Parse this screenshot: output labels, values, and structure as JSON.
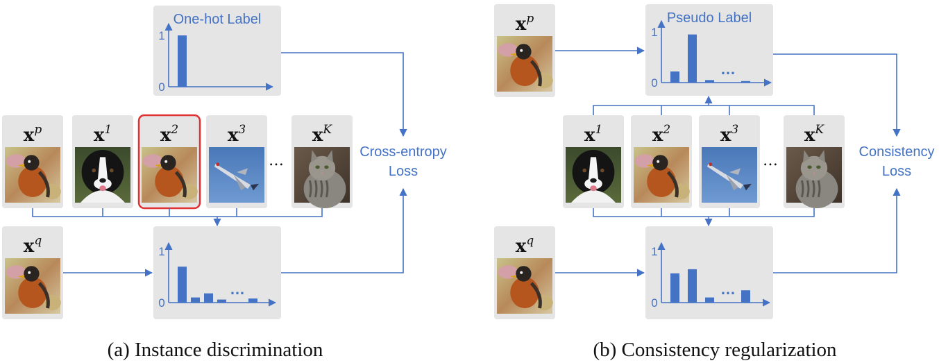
{
  "panel_a": {
    "caption": "(a) Instance discrimination",
    "label_box_title": "One-hot Label",
    "loss_label_line1": "Cross-entropy",
    "loss_label_line2": "Loss",
    "ellipsis": "…",
    "chart_ellipsis": "…",
    "onehot_chart": {
      "ymax_label": "1",
      "ymin_label": "0",
      "values": [
        1.0
      ]
    },
    "pred_chart": {
      "ymax_label": "1",
      "ymin_label": "0",
      "values": [
        0.7,
        0.1,
        0.18,
        0.06,
        0.08
      ],
      "ellipsis_after": 3
    },
    "samples": [
      {
        "symbol": "x",
        "sup": "p",
        "image": "robin-photo",
        "highlighted": false
      },
      {
        "symbol": "x",
        "sup": "1",
        "image": "dog-photo",
        "highlighted": false
      },
      {
        "symbol": "x",
        "sup": "2",
        "image": "robin-photo",
        "highlighted": true
      },
      {
        "symbol": "x",
        "sup": "3",
        "image": "jet-photo",
        "highlighted": false
      },
      {
        "symbol": "x",
        "sup": "K",
        "image": "cat-photo",
        "highlighted": false
      }
    ],
    "query": {
      "symbol": "x",
      "sup": "q",
      "image": "robin-photo"
    }
  },
  "panel_b": {
    "caption": "(b) Consistency regularization",
    "label_box_title": "Pseudo Label",
    "loss_label_line1": "Consistency",
    "loss_label_line2": "Loss",
    "ellipsis": "…",
    "chart_ellipsis": "…",
    "pseudo_chart": {
      "ymax_label": "1",
      "ymin_label": "0",
      "values": [
        0.22,
        0.95,
        0.05,
        0.0,
        0.03
      ],
      "ellipsis_after": 3
    },
    "pred_chart": {
      "ymax_label": "1",
      "ymin_label": "0",
      "values": [
        0.57,
        0.65,
        0.1,
        0.0,
        0.24
      ],
      "ellipsis_after": 3
    },
    "anchor": {
      "symbol": "x",
      "sup": "p",
      "image": "robin-photo"
    },
    "samples": [
      {
        "symbol": "x",
        "sup": "1",
        "image": "dog-photo"
      },
      {
        "symbol": "x",
        "sup": "2",
        "image": "robin-photo"
      },
      {
        "symbol": "x",
        "sup": "3",
        "image": "jet-photo"
      },
      {
        "symbol": "x",
        "sup": "K",
        "image": "cat-photo"
      }
    ],
    "query": {
      "symbol": "x",
      "sup": "q",
      "image": "robin-photo"
    }
  },
  "colors": {
    "accent": "#4472c4",
    "box": "#e5e5e5",
    "highlight": "#e03030"
  }
}
